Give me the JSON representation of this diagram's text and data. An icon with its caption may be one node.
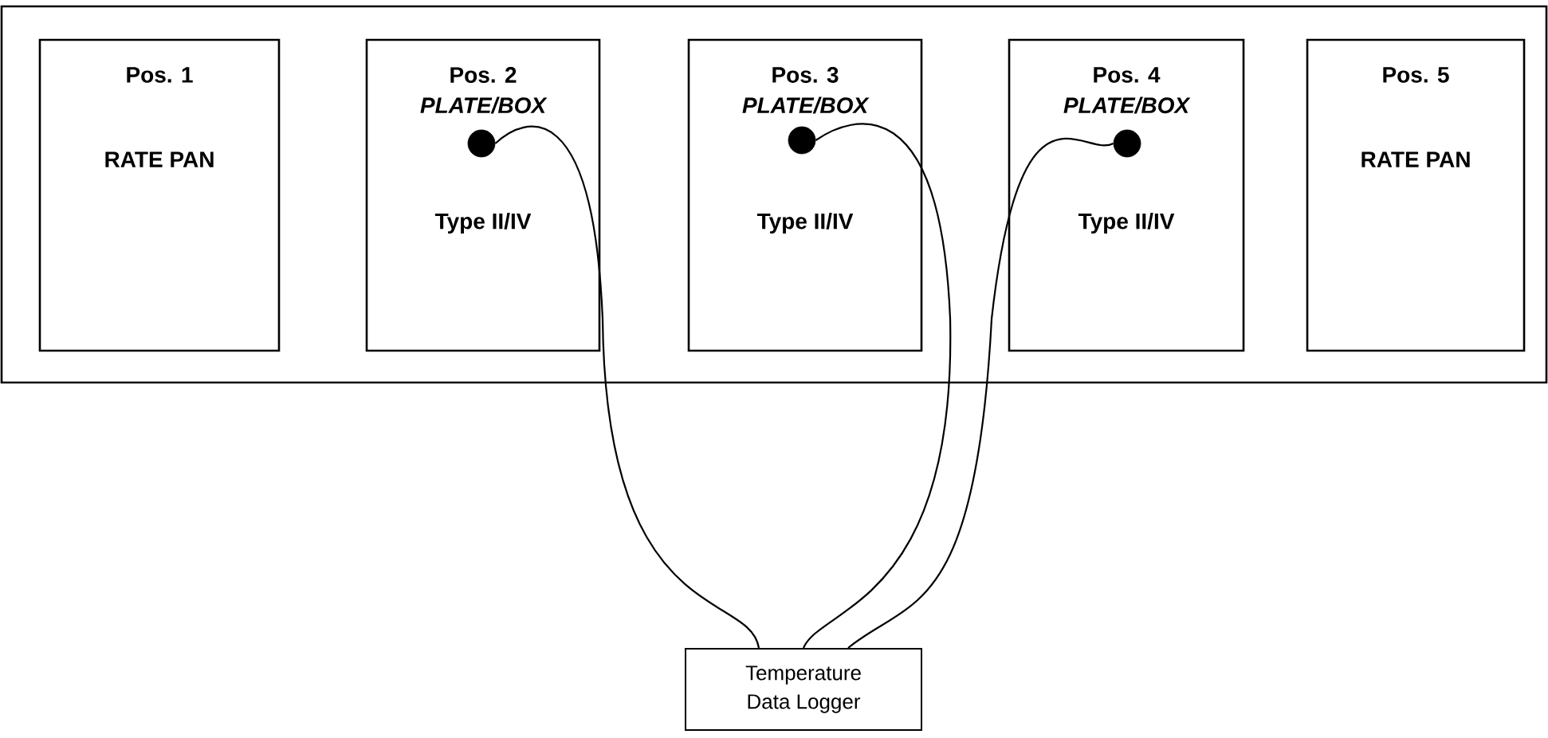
{
  "diagram": {
    "nodes": [
      {
        "text": [],
        "shape": "box"
      },
      {
        "text": [
          "Pos. 1",
          "RATE PAN"
        ],
        "in": 0
      },
      {
        "text": [
          "Pos. 2",
          "PLATE/BOX",
          "Type II/IV"
        ],
        "in": 0
      },
      {
        "text": [
          "Pos. 3",
          "PLATE/BOX",
          "Type II/IV"
        ],
        "in": 0
      },
      {
        "text": [
          "Pos. 4",
          "PLATE/BOX",
          "Type II/IV"
        ],
        "in": 0
      },
      {
        "text": [
          "Pos. 5",
          "RATE PAN"
        ],
        "in": 0
      },
      {
        "text": [],
        "shape": "circle",
        "in": 2
      },
      {
        "text": [],
        "shape": "circle",
        "in": 3
      },
      {
        "text": [],
        "shape": "circle",
        "in": 4
      },
      {
        "text": [
          "Temperature Data Logger"
        ]
      }
    ],
    "edges": [
      {
        "from": 6,
        "to": 9,
        "arrow": "none"
      },
      {
        "from": 7,
        "to": 9,
        "arrow": "none"
      },
      {
        "from": 8,
        "to": 9,
        "arrow": "none"
      }
    ]
  }
}
